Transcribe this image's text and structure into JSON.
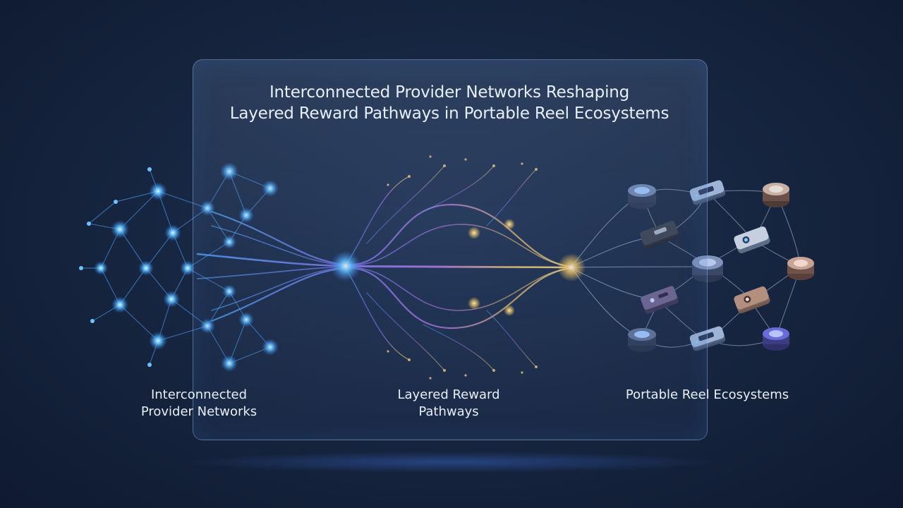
{
  "title": {
    "line1": "Interconnected Provider Networks Reshaping",
    "line2": "Layered Reward Pathways in Portable Reel Ecosystems"
  },
  "sections": [
    {
      "line1": "Interconnected",
      "line2": "Provider Networks"
    },
    {
      "line1": "Layered Reward",
      "line2": "Pathways"
    },
    {
      "line1": "Portable Reel Ecosystems",
      "line2": ""
    }
  ],
  "colors": {
    "background": "#172641",
    "network_node": "#4fb4ff",
    "pathway_violet": "#a07cf0",
    "pathway_gold": "#f5c96a",
    "device_accent": "#7fb7ff"
  },
  "icons": {
    "network": "glowing-node-graph",
    "pathways": "branching-light-streams",
    "devices": "portable-reel-device-icons"
  }
}
